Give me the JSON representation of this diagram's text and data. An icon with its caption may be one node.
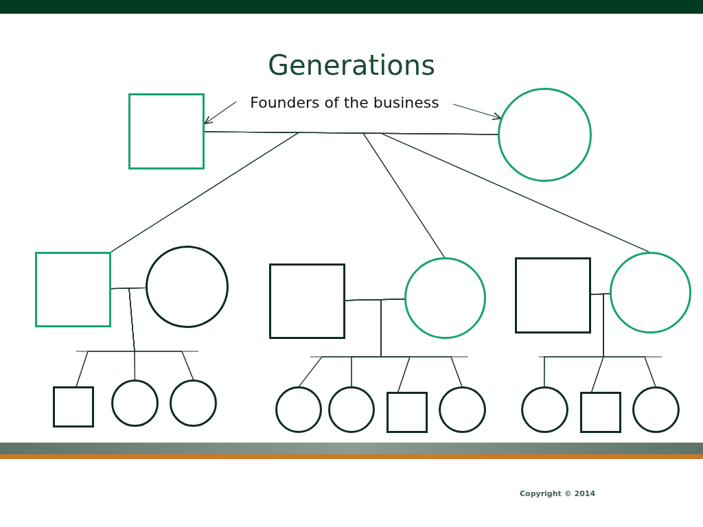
{
  "diagram": {
    "title": "Generations",
    "nodes": [
      {
        "text": [],
        "shape": "box"
      },
      {
        "text": [
          "Founders of the business"
        ]
      },
      {
        "text": [],
        "shape": "circle"
      },
      {
        "text": [],
        "shape": "box"
      },
      {
        "text": [],
        "shape": "circle"
      },
      {
        "text": [],
        "shape": "box"
      },
      {
        "text": [],
        "shape": "circle"
      },
      {
        "text": [],
        "shape": "box"
      },
      {
        "text": [],
        "shape": "circle"
      },
      {
        "text": [],
        "shape": "box"
      },
      {
        "text": [],
        "shape": "circle"
      },
      {
        "text": [],
        "shape": "circle"
      },
      {
        "text": [],
        "shape": "circle"
      },
      {
        "text": [],
        "shape": "circle"
      },
      {
        "text": [],
        "shape": "box"
      },
      {
        "text": [],
        "shape": "circle"
      },
      {
        "text": [],
        "shape": "circle"
      },
      {
        "text": [],
        "shape": "box"
      },
      {
        "text": [],
        "shape": "circle"
      }
    ],
    "edges": [
      {
        "from": 1,
        "to": 0,
        "arrow": "to"
      },
      {
        "from": 1,
        "to": 2,
        "arrow": "to"
      },
      {
        "from": 0,
        "to": 2,
        "arrow": "none"
      },
      {
        "from": 0,
        "to": 3,
        "arrow": "none"
      },
      {
        "from": 2,
        "to": 3,
        "arrow": "none"
      },
      {
        "from": 0,
        "to": 6,
        "arrow": "none"
      },
      {
        "from": 2,
        "to": 6,
        "arrow": "none"
      },
      {
        "from": 0,
        "to": 8,
        "arrow": "none"
      },
      {
        "from": 2,
        "to": 8,
        "arrow": "none"
      },
      {
        "from": 3,
        "to": 4,
        "arrow": "none"
      },
      {
        "from": 3,
        "to": 9,
        "arrow": "none"
      },
      {
        "from": 4,
        "to": 9,
        "arrow": "none"
      },
      {
        "from": 3,
        "to": 10,
        "arrow": "none"
      },
      {
        "from": 4,
        "to": 10,
        "arrow": "none"
      },
      {
        "from": 3,
        "to": 11,
        "arrow": "none"
      },
      {
        "from": 4,
        "to": 11,
        "arrow": "none"
      },
      {
        "from": 5,
        "to": 6,
        "arrow": "none"
      },
      {
        "from": 5,
        "to": 12,
        "arrow": "none"
      },
      {
        "from": 6,
        "to": 12,
        "arrow": "none"
      },
      {
        "from": 5,
        "to": 13,
        "arrow": "none"
      },
      {
        "from": 6,
        "to": 13,
        "arrow": "none"
      },
      {
        "from": 5,
        "to": 14,
        "arrow": "none"
      },
      {
        "from": 6,
        "to": 14,
        "arrow": "none"
      },
      {
        "from": 5,
        "to": 15,
        "arrow": "none"
      },
      {
        "from": 6,
        "to": 15,
        "arrow": "none"
      },
      {
        "from": 7,
        "to": 8,
        "arrow": "none"
      },
      {
        "from": 7,
        "to": 16,
        "arrow": "none"
      },
      {
        "from": 8,
        "to": 16,
        "arrow": "none"
      },
      {
        "from": 7,
        "to": 17,
        "arrow": "none"
      },
      {
        "from": 8,
        "to": 17,
        "arrow": "none"
      },
      {
        "from": 7,
        "to": 18,
        "arrow": "none"
      },
      {
        "from": 8,
        "to": 18,
        "arrow": "none"
      }
    ],
    "labels": [
      "Copyright © 2014"
    ]
  }
}
